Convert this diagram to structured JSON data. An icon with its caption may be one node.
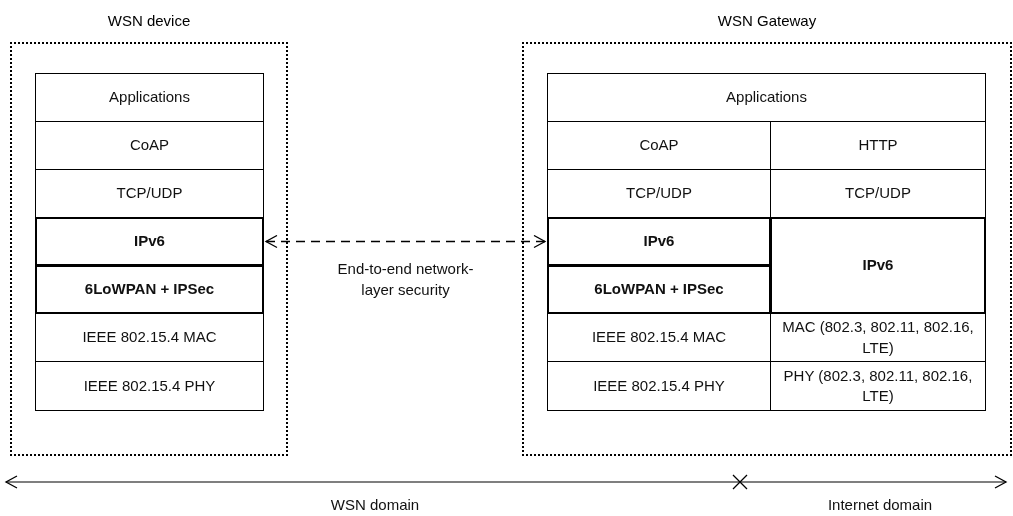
{
  "diagram": {
    "nodes": [
      {
        "text": [
          "WSN device"
        ]
      },
      {
        "text": [
          "Applications"
        ],
        "in": 0
      },
      {
        "text": [
          "CoAP"
        ],
        "in": 0
      },
      {
        "text": [
          "TCP/UDP"
        ],
        "in": 0
      },
      {
        "text": [
          "IPv6"
        ],
        "in": 0
      },
      {
        "text": [
          "6LoWPAN + IPSec"
        ],
        "in": 0
      },
      {
        "text": [
          "IEEE 802.15.4 MAC"
        ],
        "in": 0
      },
      {
        "text": [
          "IEEE 802.15.4 PHY"
        ],
        "in": 0
      },
      {
        "text": [
          "WSN Gateway"
        ]
      },
      {
        "text": [
          "Applications"
        ],
        "in": 8
      },
      {
        "text": [
          "CoAP"
        ],
        "in": 8
      },
      {
        "text": [
          "HTTP"
        ],
        "in": 8
      },
      {
        "text": [
          "TCP/UDP"
        ],
        "in": 8
      },
      {
        "text": [
          "TCP/UDP"
        ],
        "in": 8
      },
      {
        "text": [
          "IPv6"
        ],
        "in": 8
      },
      {
        "text": [
          "IPv6"
        ],
        "in": 8
      },
      {
        "text": [
          "6LoWPAN + IPSec"
        ],
        "in": 8
      },
      {
        "text": [
          "IEEE 802.15.4 MAC"
        ],
        "in": 8
      },
      {
        "text": [
          "MAC (802.3, 802.11, 802.16, LTE)"
        ],
        "in": 8
      },
      {
        "text": [
          "IEEE 802.15.4 PHY"
        ],
        "in": 8
      },
      {
        "text": [
          "PHY (802.3, 802.11, 802.16, LTE)"
        ],
        "in": 8
      }
    ],
    "edges": [
      {
        "from": 4,
        "to": 14,
        "arrow": "both",
        "style": "dashed",
        "label": "End-to-end network-layer security"
      }
    ],
    "labels": [
      "WSN domain",
      "Internet domain"
    ]
  }
}
